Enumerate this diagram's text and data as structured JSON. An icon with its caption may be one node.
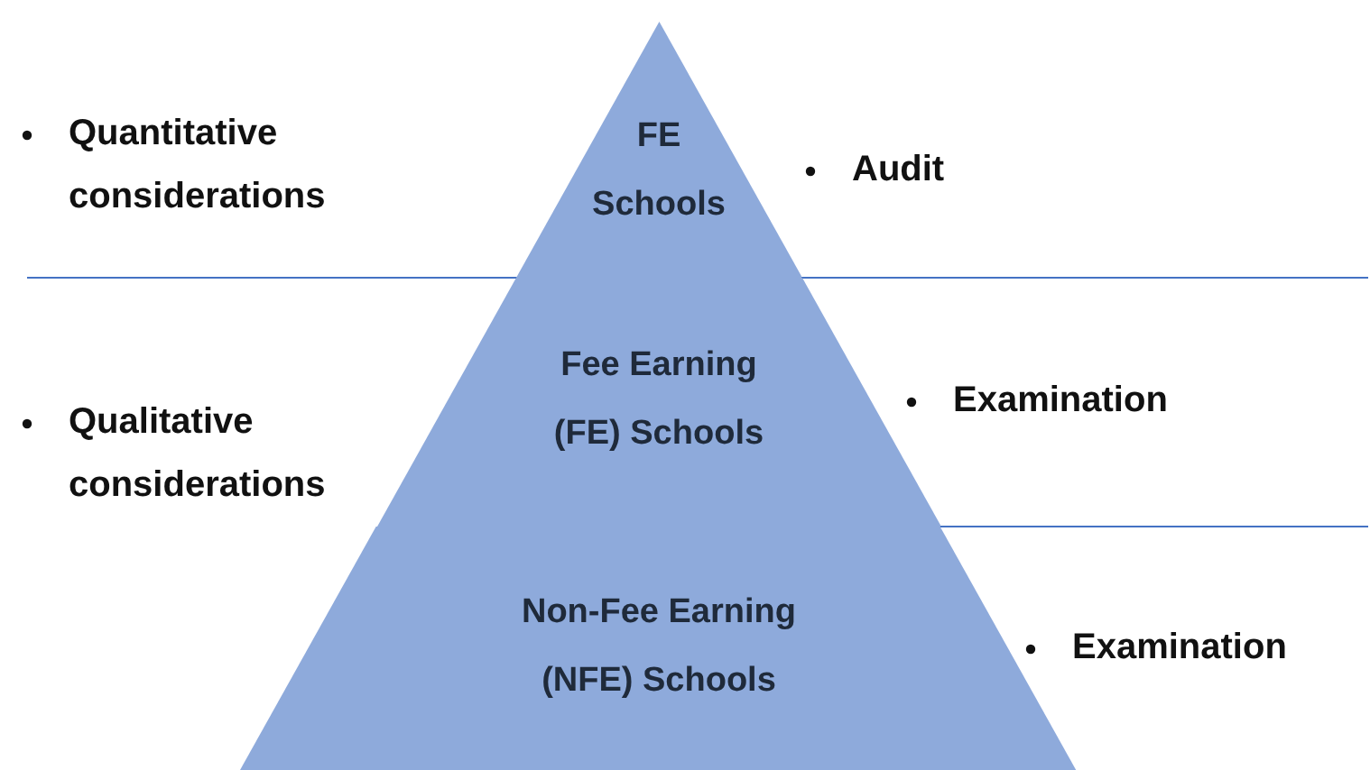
{
  "diagram": {
    "nodes": [
      {
        "text": [
          "FE Schools"
        ]
      },
      {
        "text": [
          "Fee Earning (FE) Schools"
        ]
      },
      {
        "text": [
          "Non-Fee Earning (NFE) Schools"
        ]
      }
    ],
    "labels": [
      "Quantitative considerations",
      "Audit",
      "Qualitative considerations",
      "Examination",
      "Examination"
    ]
  }
}
